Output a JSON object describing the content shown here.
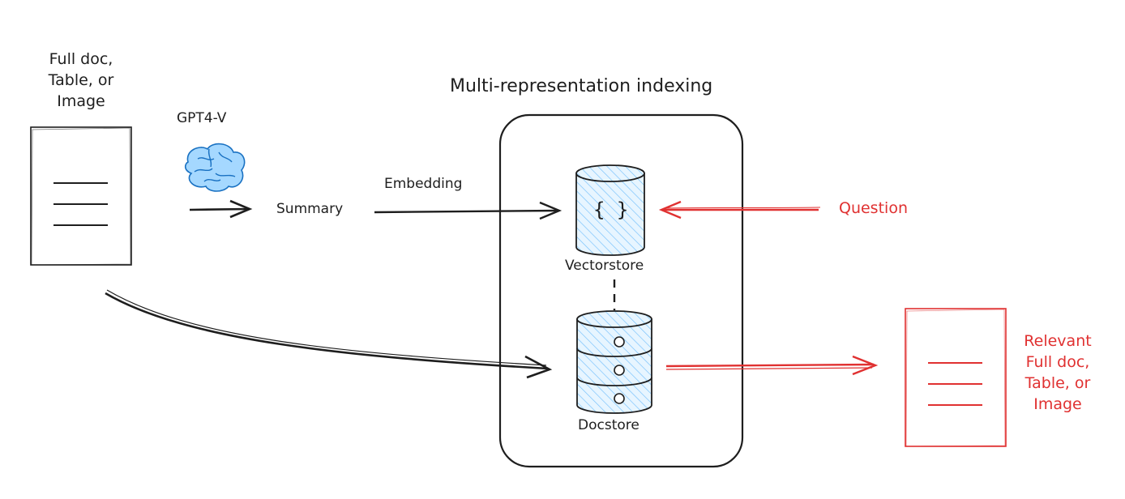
{
  "title": "Multi-representation indexing",
  "source": {
    "label": "Full doc, Table, or Image",
    "lines": [
      "Full doc,",
      "Table, or",
      "Image"
    ]
  },
  "model": {
    "label": "GPT4-V",
    "icon": "brain-icon"
  },
  "summary": {
    "label": "Summary"
  },
  "embedding": {
    "label": "Embedding"
  },
  "vectorstore": {
    "label": "Vectorstore",
    "symbol": "{ }",
    "icon": "database-icon"
  },
  "docstore": {
    "label": "Docstore",
    "icon": "database-icon"
  },
  "question": {
    "label": "Question"
  },
  "result": {
    "label": "Relevant Full doc, Table, or Image",
    "lines": [
      "Relevant",
      "Full doc,",
      "Table, or",
      "Image"
    ]
  },
  "colors": {
    "ink": "#1e1e1e",
    "accent_red": "#e03131",
    "fill_blue": "#a5d8ff",
    "brain_blue": "#74c0fc"
  }
}
